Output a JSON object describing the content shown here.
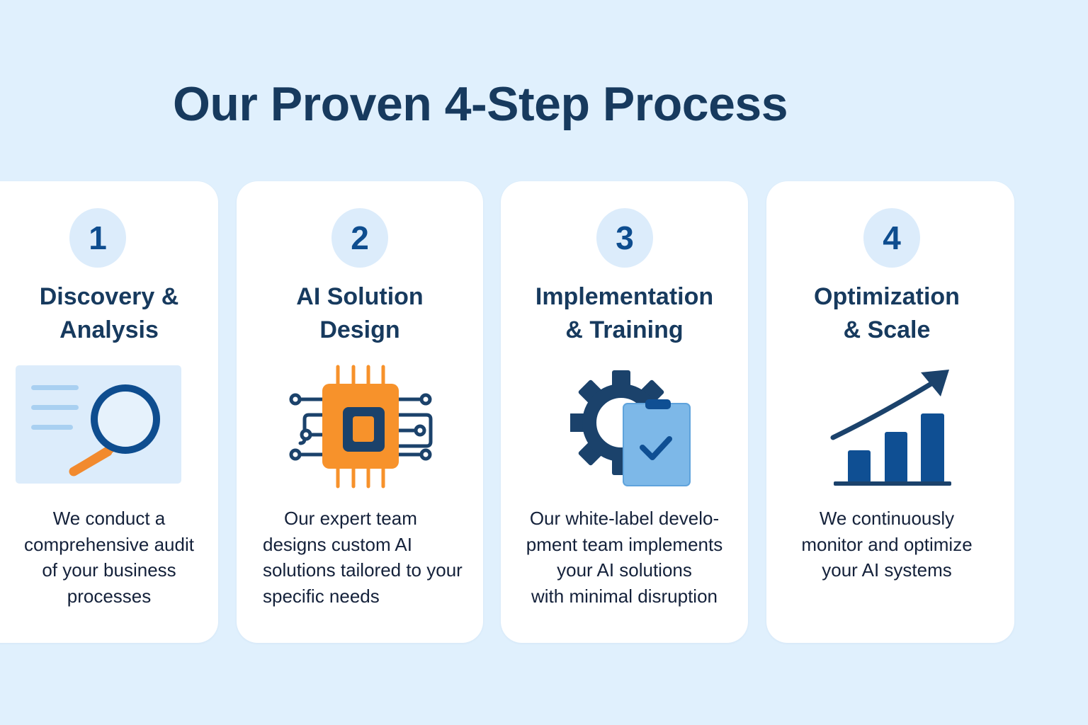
{
  "page": {
    "title": "Our Proven 4-Step Process",
    "colors": {
      "background": "#e0f0fd",
      "card": "#ffffff",
      "heading": "#173a5e",
      "badge_bg": "#dcecfb",
      "badge_text": "#0e4d8f",
      "accent_orange": "#f7922b",
      "accent_navy": "#1b426b",
      "accent_blue": "#0f4f93",
      "light_blue": "#7db8e8"
    }
  },
  "steps": [
    {
      "number": "1",
      "title_lines": [
        "Discovery &",
        "Analysis"
      ],
      "icon": "magnifier-document-icon",
      "description_lines": [
        "We conduct a",
        "comprehensive audit",
        "of your business",
        "processes"
      ]
    },
    {
      "number": "2",
      "title_lines": [
        "AI Solution",
        "Design"
      ],
      "icon": "cpu-chip-icon",
      "description_lines": [
        "Our expert team",
        "designs custom AI",
        "solutions tailored to your",
        "specific needs"
      ]
    },
    {
      "number": "3",
      "title_lines": [
        "Implementation",
        "& Training"
      ],
      "icon": "gear-clipboard-check-icon",
      "description_lines": [
        "Our white-label develo-",
        "pment team implements",
        "your AI solutions",
        "with minimal disruption"
      ]
    },
    {
      "number": "4",
      "title_lines": [
        "Optimization",
        "& Scale"
      ],
      "icon": "growth-bar-chart-icon",
      "description_lines": [
        "We continuously",
        "monitor and optimize",
        "your AI systems"
      ]
    }
  ]
}
